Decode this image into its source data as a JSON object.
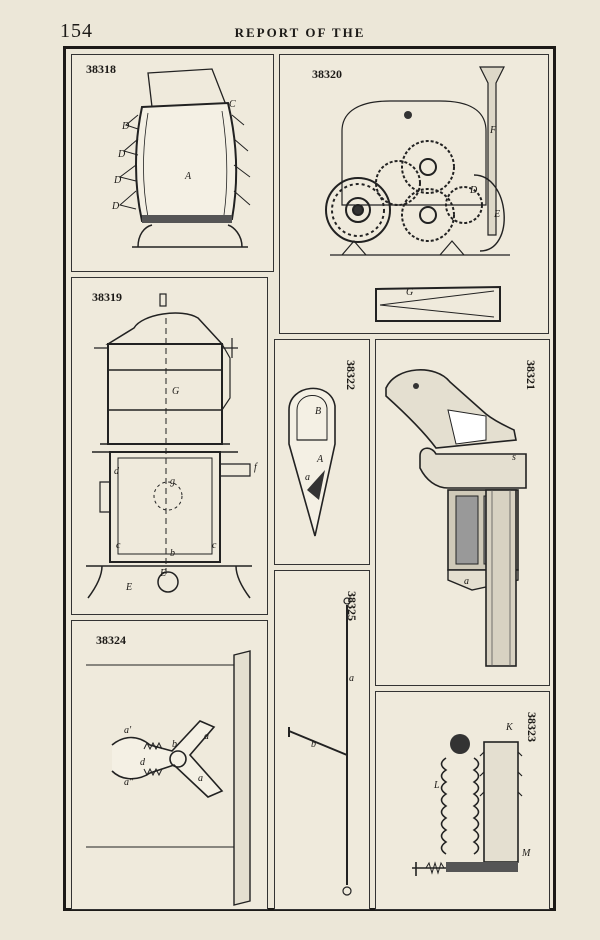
{
  "page_number": "154",
  "header": "REPORT OF THE",
  "figures": {
    "f38318": {
      "number": "38318",
      "labels": {
        "A": "A",
        "C": "C",
        "D": "D"
      }
    },
    "f38320": {
      "number": "38320",
      "labels": {
        "F": "F",
        "D": "D",
        "E": "E",
        "G": "G"
      }
    },
    "f38319": {
      "number": "38319",
      "labels": {
        "G": "G",
        "d": "d",
        "g": "g",
        "c": "c",
        "b": "b",
        "E": "E",
        "f": "f"
      }
    },
    "f38322": {
      "number": "38322",
      "labels": {
        "B": "B",
        "A": "A",
        "a": "a"
      }
    },
    "f38321": {
      "number": "38321",
      "labels": {
        "s": "s",
        "a": "a"
      }
    },
    "f38325": {
      "number": "38325",
      "labels": {
        "a": "a",
        "b": "b"
      }
    },
    "f38324": {
      "number": "38324",
      "labels": {
        "a1": "a'",
        "a": "a",
        "b": "b",
        "d": "d",
        "a2": "a\""
      }
    },
    "f38323": {
      "number": "38323",
      "labels": {
        "K": "K",
        "L": "L",
        "M": "M"
      }
    }
  }
}
